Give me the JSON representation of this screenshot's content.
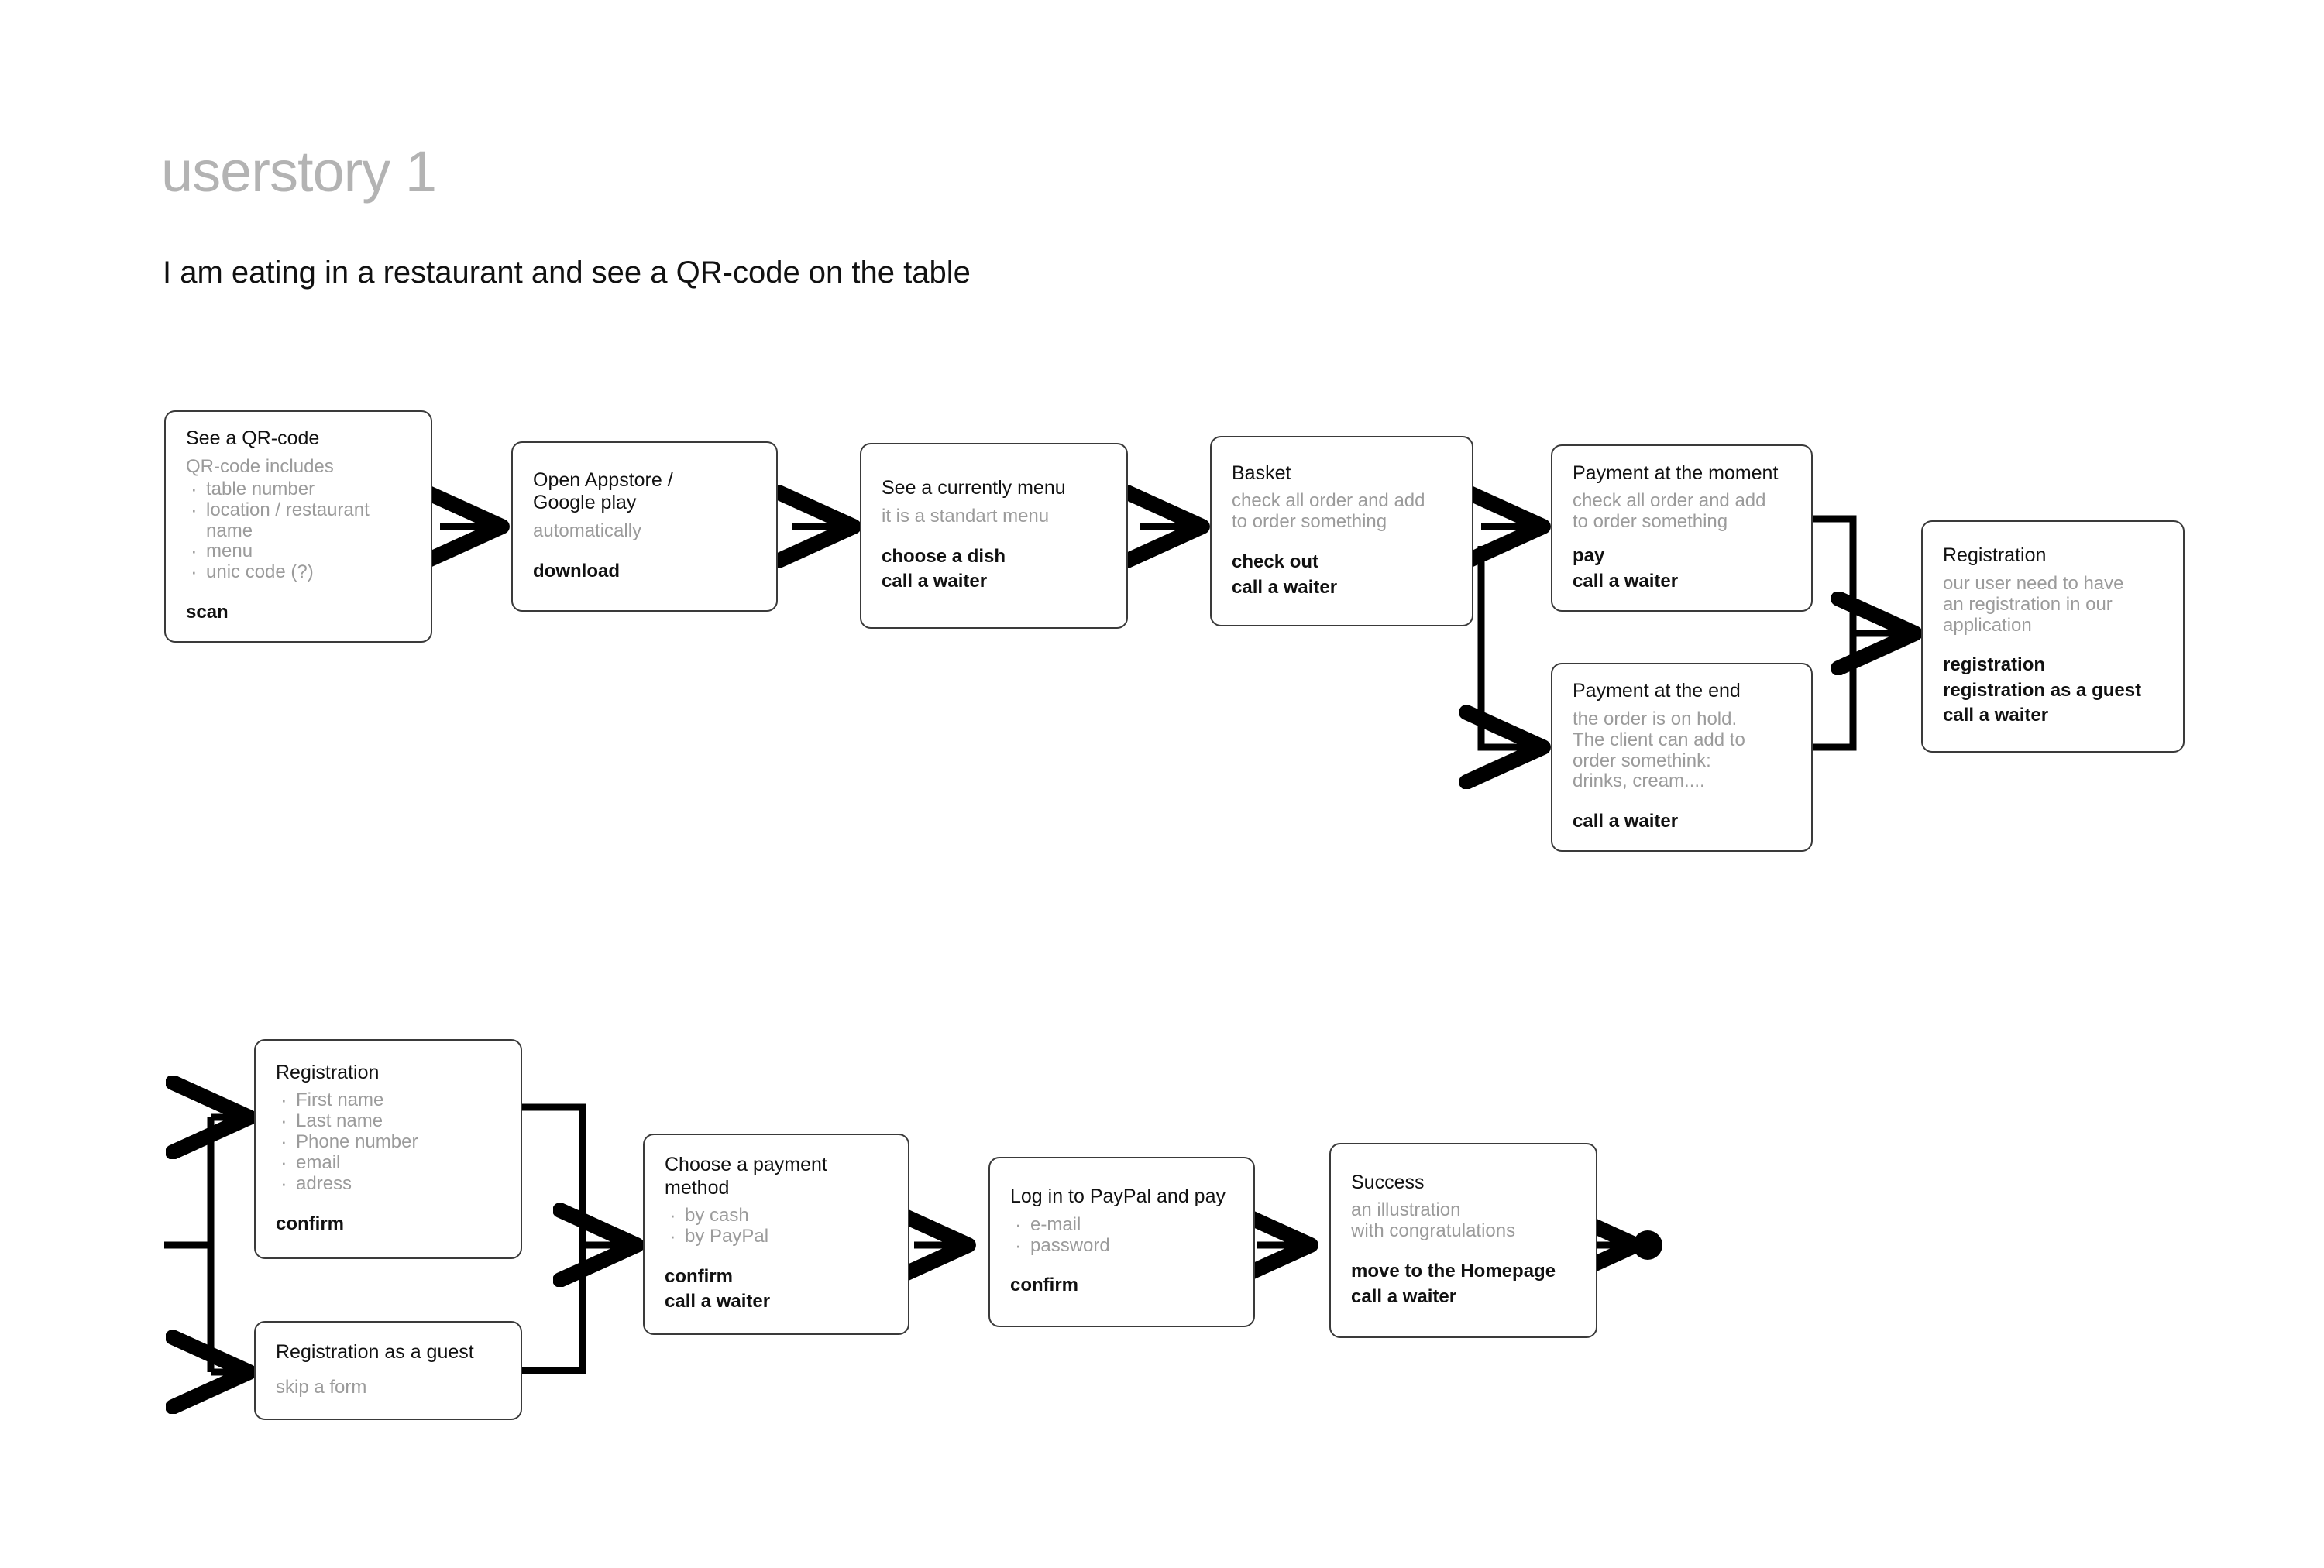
{
  "header": {
    "title": "userstory 1",
    "subtitle": "I am eating in a restaurant and see a QR-code on the table"
  },
  "colors": {
    "title": "#b3b3b3",
    "text": "#111111",
    "muted": "#9b9b9b",
    "border": "#3a3a3a",
    "connector": "#000000",
    "background": "#ffffff"
  },
  "flow_top": {
    "nodes": [
      {
        "id": "see-qr-code",
        "title": "See a QR-code",
        "desc": "QR-code includes",
        "items": [
          "table number",
          "location / restaurant name",
          "menu",
          "unic code (?)"
        ],
        "actions": [
          "scan"
        ]
      },
      {
        "id": "open-appstore",
        "title": "Open Appstore /\nGoogle play",
        "desc": "automatically",
        "items": [],
        "actions": [
          "download"
        ]
      },
      {
        "id": "see-currently-menu",
        "title": "See a currently menu",
        "desc": "it is a standart menu",
        "items": [],
        "actions": [
          "choose a dish",
          "call a waiter"
        ]
      },
      {
        "id": "basket",
        "title": "Basket",
        "desc": "check all order and add\nto order something",
        "items": [],
        "actions": [
          "check out",
          "call a waiter"
        ]
      },
      {
        "id": "payment-at-the-moment",
        "title": "Payment at the moment",
        "desc": "check all order and add\nto order something",
        "items": [],
        "actions": [
          "pay",
          "call a waiter"
        ]
      },
      {
        "id": "payment-at-the-end",
        "title": "Payment at the end",
        "desc": "the order is on hold.\nThe client can add to\norder somethink:\ndrinks, cream....",
        "items": [],
        "actions": [
          "call a waiter"
        ]
      },
      {
        "id": "registration-summary",
        "title": "Registration",
        "desc": "our user need to have\nan registration in our\napplication",
        "items": [],
        "actions": [
          "registration",
          "registration as a guest",
          "call a waiter"
        ]
      }
    ]
  },
  "flow_bottom": {
    "nodes": [
      {
        "id": "registration-form",
        "title": "Registration",
        "desc": "",
        "items": [
          "First name",
          "Last name",
          "Phone number",
          "email",
          "adress"
        ],
        "actions": [
          "confirm"
        ]
      },
      {
        "id": "registration-as-a-guest",
        "title": "Registration as a guest",
        "desc": "skip a form",
        "items": [],
        "actions": []
      },
      {
        "id": "choose-payment-method",
        "title": "Choose a payment\nmethod",
        "desc": "",
        "items": [
          "by cash",
          "by PayPal"
        ],
        "actions": [
          "confirm",
          "call a waiter"
        ]
      },
      {
        "id": "log-in-paypal",
        "title": "Log in to PayPal and pay",
        "desc": "",
        "items": [
          "e-mail",
          "password"
        ],
        "actions": [
          "confirm"
        ]
      },
      {
        "id": "success",
        "title": "Success",
        "desc": "an illustration\nwith congratulations",
        "items": [],
        "actions": [
          "move to the Homepage",
          "call a waiter"
        ]
      }
    ],
    "end_marker": "end-node"
  }
}
